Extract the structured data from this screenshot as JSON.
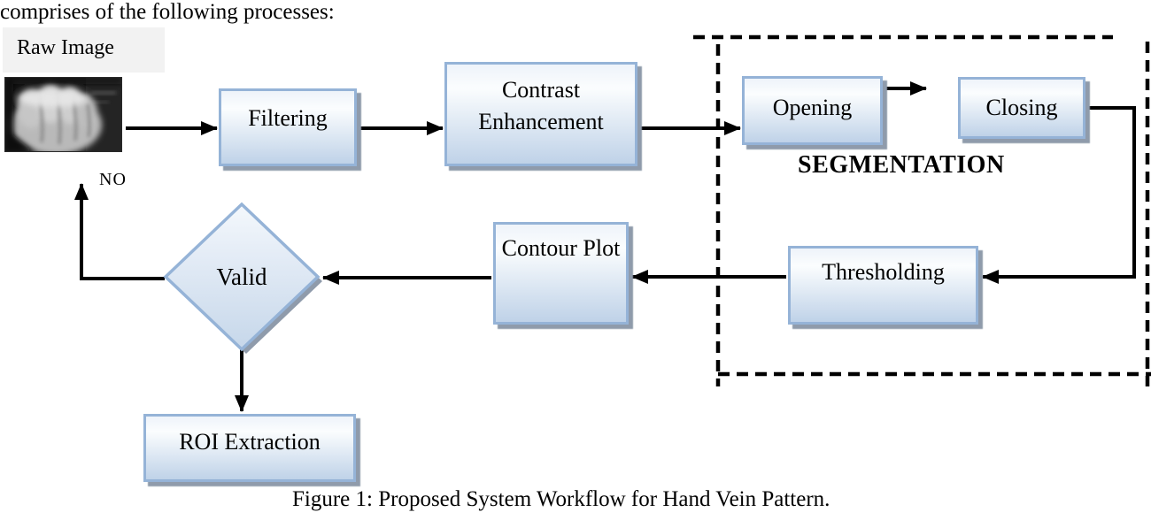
{
  "document": {
    "intro_text": "comprises of the following processes:",
    "figure_caption": "Figure 1: Proposed System Workflow for Hand Vein Pattern."
  },
  "flowchart": {
    "raw_image": {
      "label": "Raw Image",
      "image_description": "grayscale photograph of the back of a hand showing vein ridges on a dark background"
    },
    "region_label": "SEGMENTATION",
    "decision_no_label": "NO",
    "nodes": {
      "filtering": "Filtering",
      "contrast_enhancement": "Contrast Enhancement",
      "opening": "Opening",
      "closing": "Closing",
      "thresholding": "Thresholding",
      "contour_plot": "Contour Plot",
      "valid": "Valid",
      "roi_extraction": "ROI Extraction"
    },
    "edges": [
      {
        "from": "Raw Image",
        "to": "Filtering"
      },
      {
        "from": "Filtering",
        "to": "Contrast Enhancement"
      },
      {
        "from": "Contrast Enhancement",
        "to": "Opening"
      },
      {
        "from": "Opening",
        "to": "Closing"
      },
      {
        "from": "Closing",
        "to": "Thresholding"
      },
      {
        "from": "Thresholding",
        "to": "Contour Plot"
      },
      {
        "from": "Contour Plot",
        "to": "Valid"
      },
      {
        "from": "Valid",
        "to": "loop back toward Raw Image",
        "label": "NO"
      },
      {
        "from": "Valid",
        "to": "ROI Extraction"
      }
    ],
    "colors": {
      "node_border": "#95b3d7",
      "node_fill_top": "#eef3fa",
      "node_fill_light": "#fbfdfe",
      "node_fill_bottom": "#bfd2e8",
      "node_shadow": "#8f9bab",
      "line_color": "#000000",
      "raw_label_bg": "#f2f2f2"
    }
  }
}
